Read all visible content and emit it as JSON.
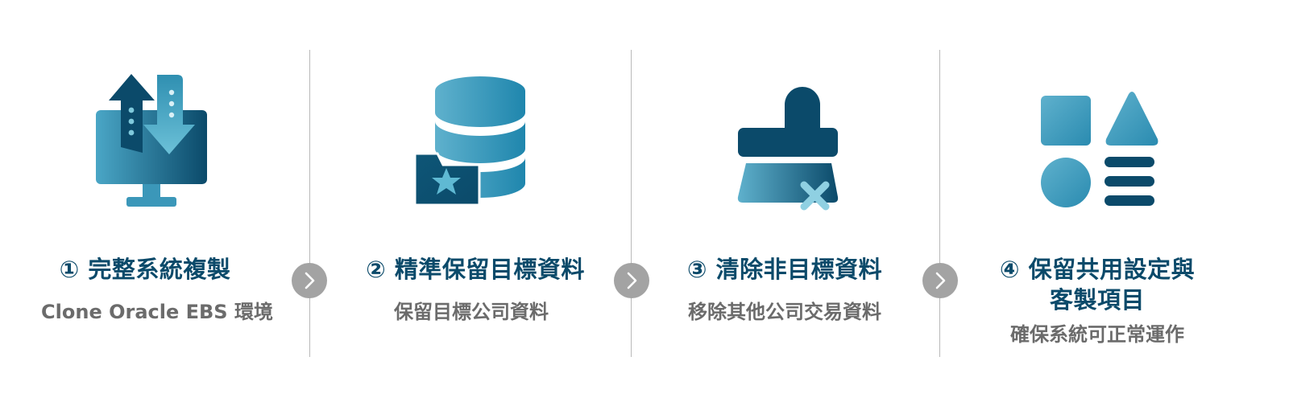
{
  "colors": {
    "title": "#0b4a6a",
    "subtitle": "#6b6b6b",
    "divider": "#b9b9b9",
    "arrow_button": "#a3a3a3",
    "icon_dark": "#0b4a6a",
    "icon_mid": "#1f7fa3",
    "icon_light": "#5fb9d3"
  },
  "steps": [
    {
      "title": "① 完整系統複製",
      "subtitle": "Clone Oracle EBS 環境",
      "icon": "monitor-transfer-icon"
    },
    {
      "title": "② 精準保留目標資料",
      "subtitle": "保留目標公司資料",
      "icon": "database-folder-star-icon"
    },
    {
      "title": "③ 清除非目標資料",
      "subtitle": "移除其他公司交易資料",
      "icon": "brush-clean-icon"
    },
    {
      "title_line1": "④ 保留共用設定與",
      "title_line2": "客製項目",
      "subtitle": "確保系統可正常運作",
      "icon": "shapes-icon"
    }
  ],
  "connectors": [
    {
      "icon": "chevron-right-icon"
    },
    {
      "icon": "chevron-right-icon"
    },
    {
      "icon": "chevron-right-icon"
    }
  ]
}
